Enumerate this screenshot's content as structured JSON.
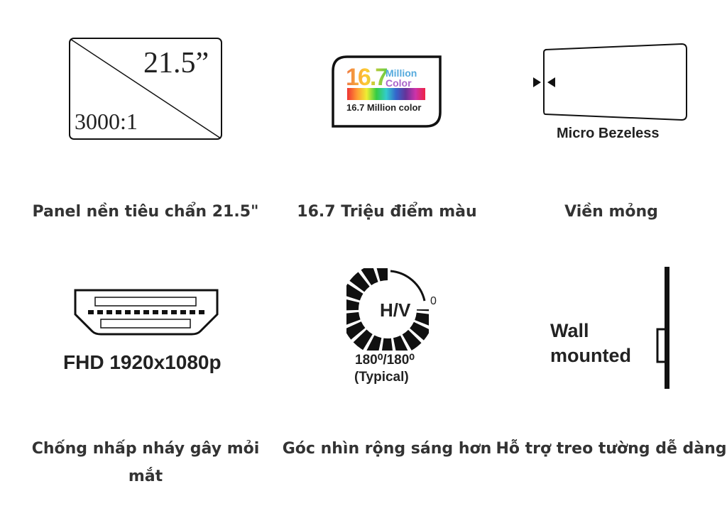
{
  "features": [
    {
      "caption": "Panel nền tiêu chẩn 21.5\"",
      "icon": {
        "size": "21.5”",
        "contrast": "3000:1"
      }
    },
    {
      "caption": "16.7 Triệu điểm màu",
      "icon": {
        "big": "16.7",
        "small1": "Million",
        "small2": "Color",
        "label": "16.7 Million color"
      }
    },
    {
      "caption": "Viền mỏng",
      "icon": {
        "label": "Micro Bezeless"
      }
    },
    {
      "caption": "Chống nhấp nháy gây mỏi mắt",
      "icon": {
        "label": "FHD 1920x1080p"
      }
    },
    {
      "caption": "Góc nhìn rộng sáng hơn",
      "icon": {
        "center": "H/V",
        "sup": "0",
        "angle": "180⁰/180⁰",
        "note": "(Typical)"
      }
    },
    {
      "caption": "Hỗ trợ treo tường dễ dàng",
      "icon": {
        "line1": "Wall",
        "line2": "mounted"
      }
    }
  ],
  "colors": {
    "caption": "#333333",
    "icon": "#111111"
  }
}
